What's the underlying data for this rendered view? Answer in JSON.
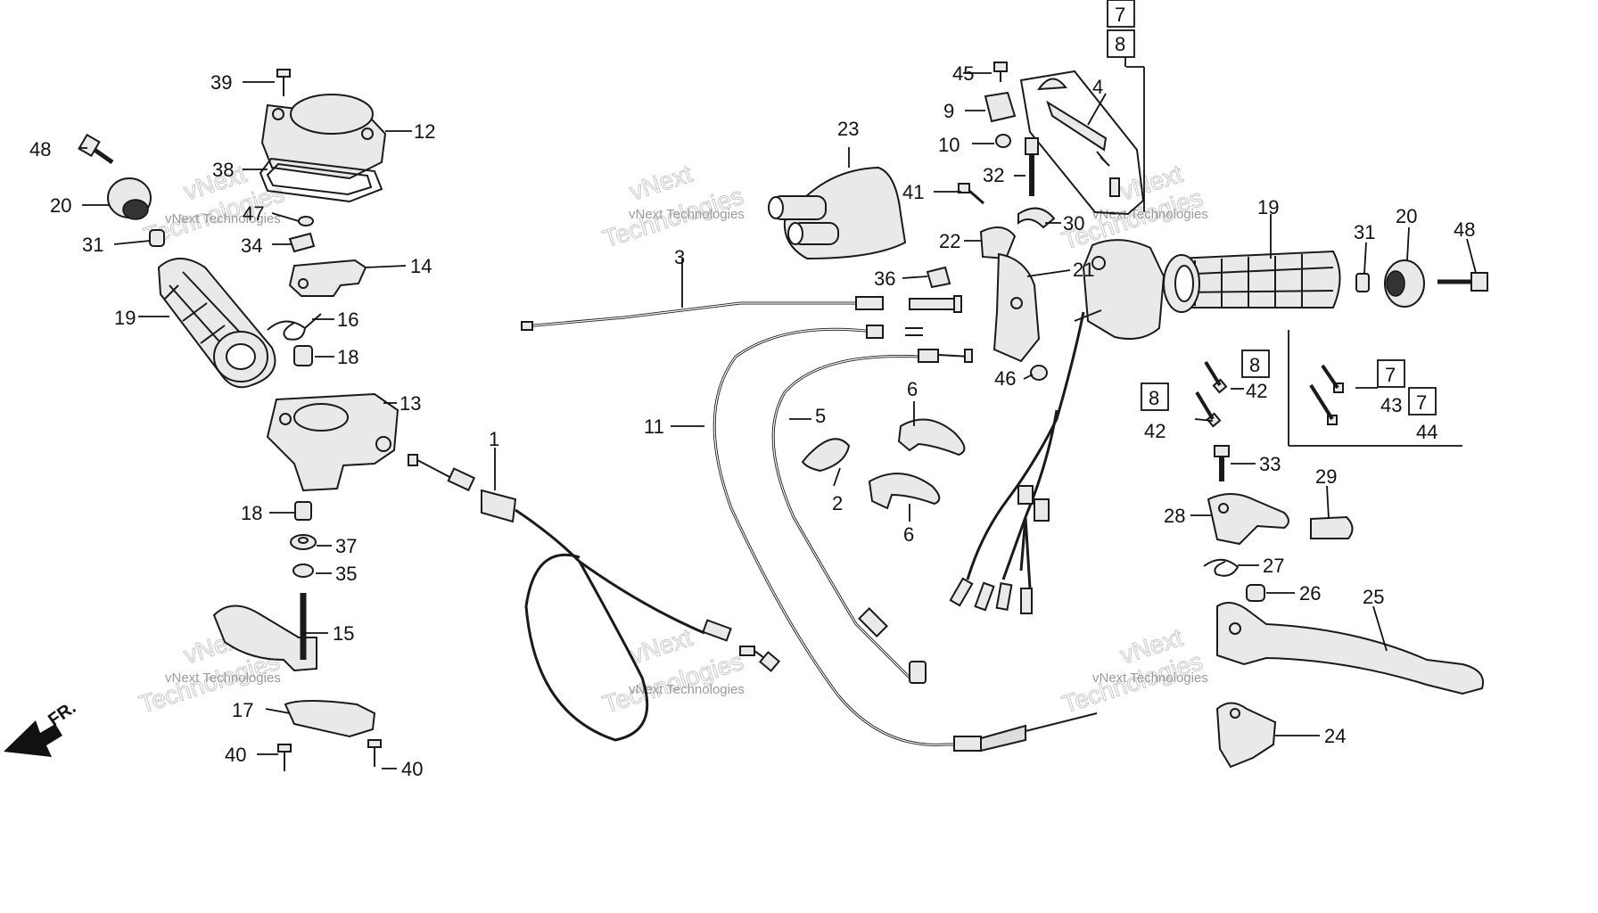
{
  "callouts": [
    "1",
    "2",
    "3",
    "4",
    "5",
    "6",
    "6",
    "7",
    "8",
    "9",
    "10",
    "11",
    "12",
    "13",
    "14",
    "15",
    "16",
    "17",
    "18",
    "18",
    "19",
    "19",
    "20",
    "20",
    "21",
    "22",
    "23",
    "24",
    "25",
    "26",
    "27",
    "28",
    "29",
    "30",
    "31",
    "31",
    "32",
    "33",
    "34",
    "35",
    "36",
    "37",
    "38",
    "39",
    "40",
    "40",
    "41",
    "42",
    "42",
    "43",
    "44",
    "45",
    "46",
    "47",
    "48",
    "48"
  ],
  "boxed_refs": [
    "7",
    "8",
    "8",
    "7",
    "8",
    "7"
  ],
  "watermark": {
    "line1": "vNext",
    "line2": "Technologies",
    "caption": "vNext Technologies"
  },
  "direction_label": "FR."
}
